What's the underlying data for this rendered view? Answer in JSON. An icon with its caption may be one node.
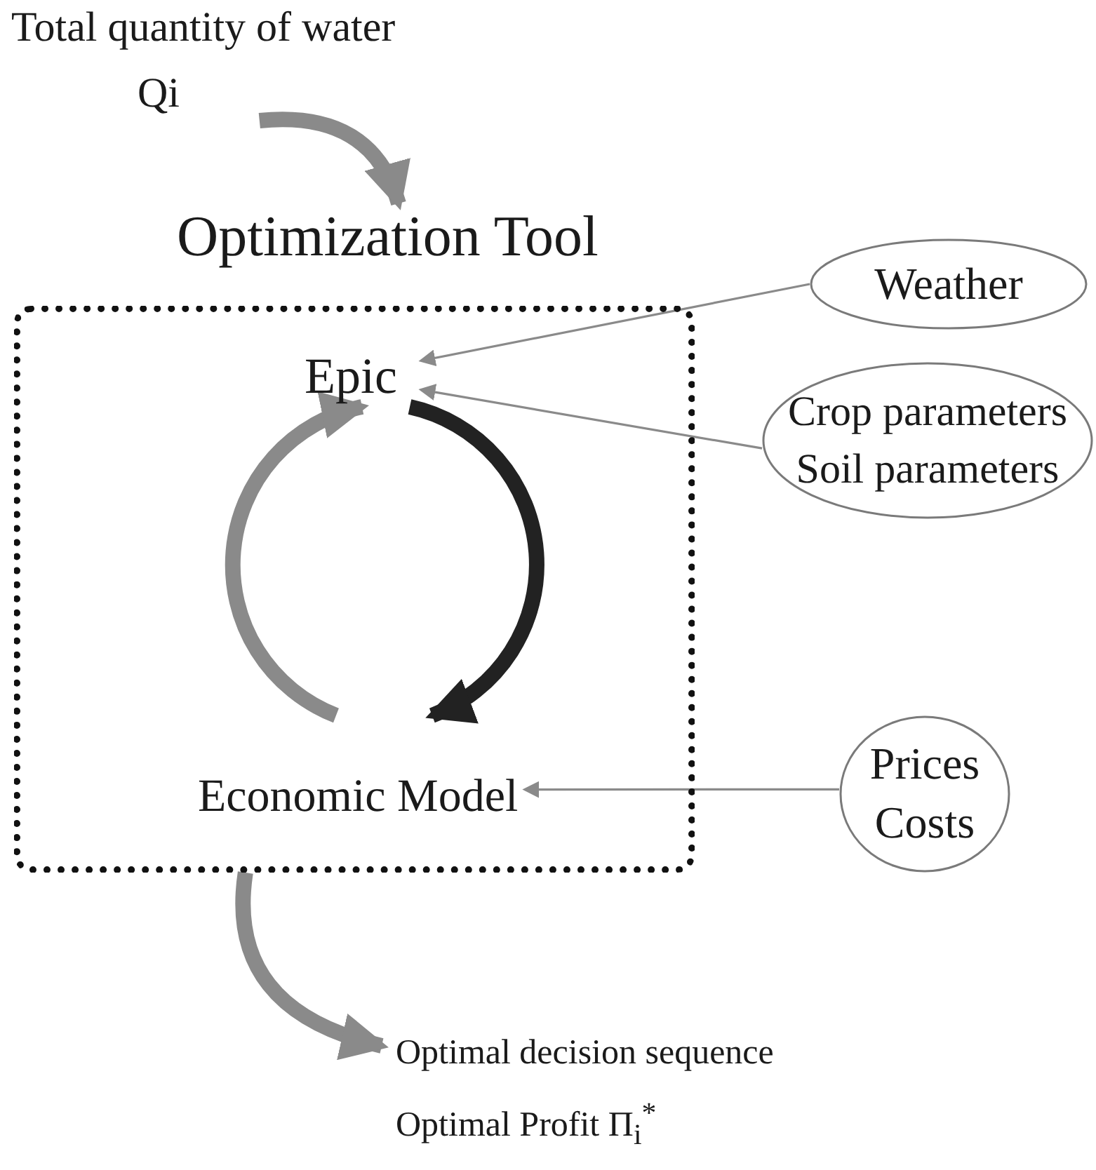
{
  "diagram": {
    "nodes": [
      {
        "text": [
          "Total quantity of water",
          "Qi"
        ]
      },
      {
        "text": [
          "Optimization Tool"
        ]
      },
      {
        "text": [
          "Epic"
        ],
        "in": 1
      },
      {
        "text": [
          "Economic Model"
        ],
        "in": 1
      },
      {
        "text": [
          "Weather"
        ]
      },
      {
        "text": [
          "Crop parameters",
          "Soil parameters"
        ]
      },
      {
        "text": [
          "Prices",
          "Costs"
        ]
      },
      {
        "text": [
          "Optimal decision sequence",
          "Optimal Profit Π$_{i}$$^{*}$"
        ]
      }
    ],
    "edges": [
      {
        "from": 0,
        "to": 1,
        "arrow": "to"
      },
      {
        "from": 3,
        "to": 2,
        "arrow": "to"
      },
      {
        "from": 2,
        "to": 3,
        "arrow": "to",
        "color": "#222222"
      },
      {
        "from": 4,
        "to": 2,
        "arrow": "to"
      },
      {
        "from": 5,
        "to": 2,
        "arrow": "to"
      },
      {
        "from": 6,
        "to": 3,
        "arrow": "to"
      },
      {
        "from": 1,
        "to": 7,
        "arrow": "to"
      }
    ]
  }
}
